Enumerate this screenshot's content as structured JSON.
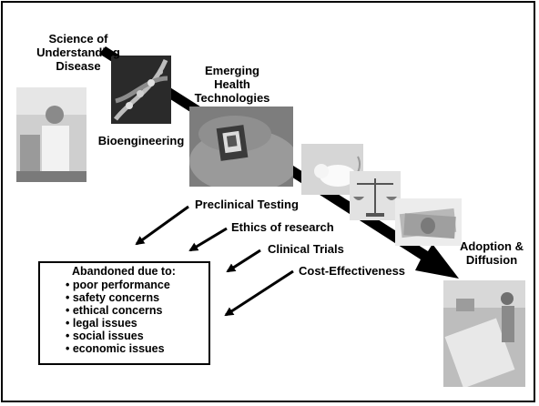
{
  "labels": {
    "science": [
      "Science of",
      "Understanding",
      "Disease"
    ],
    "emerging": [
      "Emerging",
      "Health",
      "Technologies"
    ],
    "bioengineering": "Bioengineering",
    "adoption": [
      "Adoption &",
      "Diffusion"
    ],
    "preclinical": "Preclinical Testing",
    "ethics": "Ethics of research",
    "clinical": "Clinical Trials",
    "cost": "Cost-Effectiveness"
  },
  "abandoned": {
    "title": "Abandoned due to:",
    "items": [
      "• poor  performance",
      "• safety concerns",
      "• ethical concerns",
      "• legal issues",
      "• social issues",
      "• economic issues"
    ]
  },
  "images": {
    "scientist": "scientist-photo",
    "dna": "dna-helix-photo",
    "device": "implant-device-photo",
    "mouse": "lab-mouse-photo",
    "scales": "balance-scales-photo",
    "money": "money-bills-photo",
    "patient": "patient-bed-photo"
  }
}
